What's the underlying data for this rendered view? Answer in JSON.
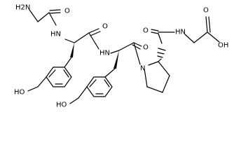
{
  "molecule": {
    "atoms": {
      "nh2": "H2N",
      "nh_gly": "HN",
      "o_gly": "O",
      "o_tyr1": "O",
      "nh_tyr1": "HN",
      "o_tyr2": "O",
      "n_pro": "N",
      "o_pro": "O",
      "nh_pro": "HN",
      "o_acid": "O",
      "oh_acid": "OH",
      "oh_phenol1": "HO",
      "oh_phenol2": "HO"
    }
  }
}
